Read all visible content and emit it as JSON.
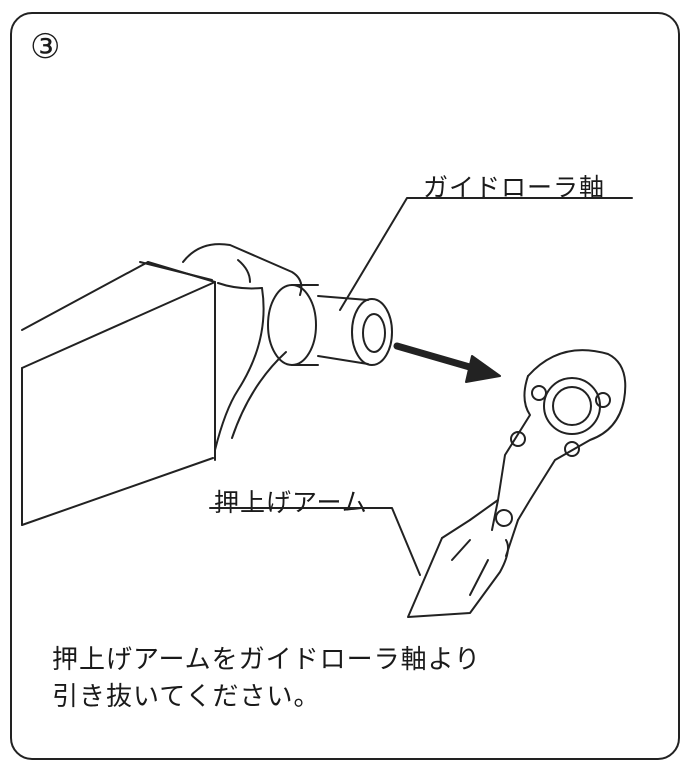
{
  "step_number": "③",
  "labels": {
    "guide_roller_shaft": "ガイドローラ軸",
    "push_up_arm": "押上げアーム"
  },
  "instruction": {
    "line1": "押上げアームをガイドローラ軸より",
    "line2": "引き抜いてください。"
  },
  "colors": {
    "line": "#222222",
    "background": "#ffffff"
  }
}
